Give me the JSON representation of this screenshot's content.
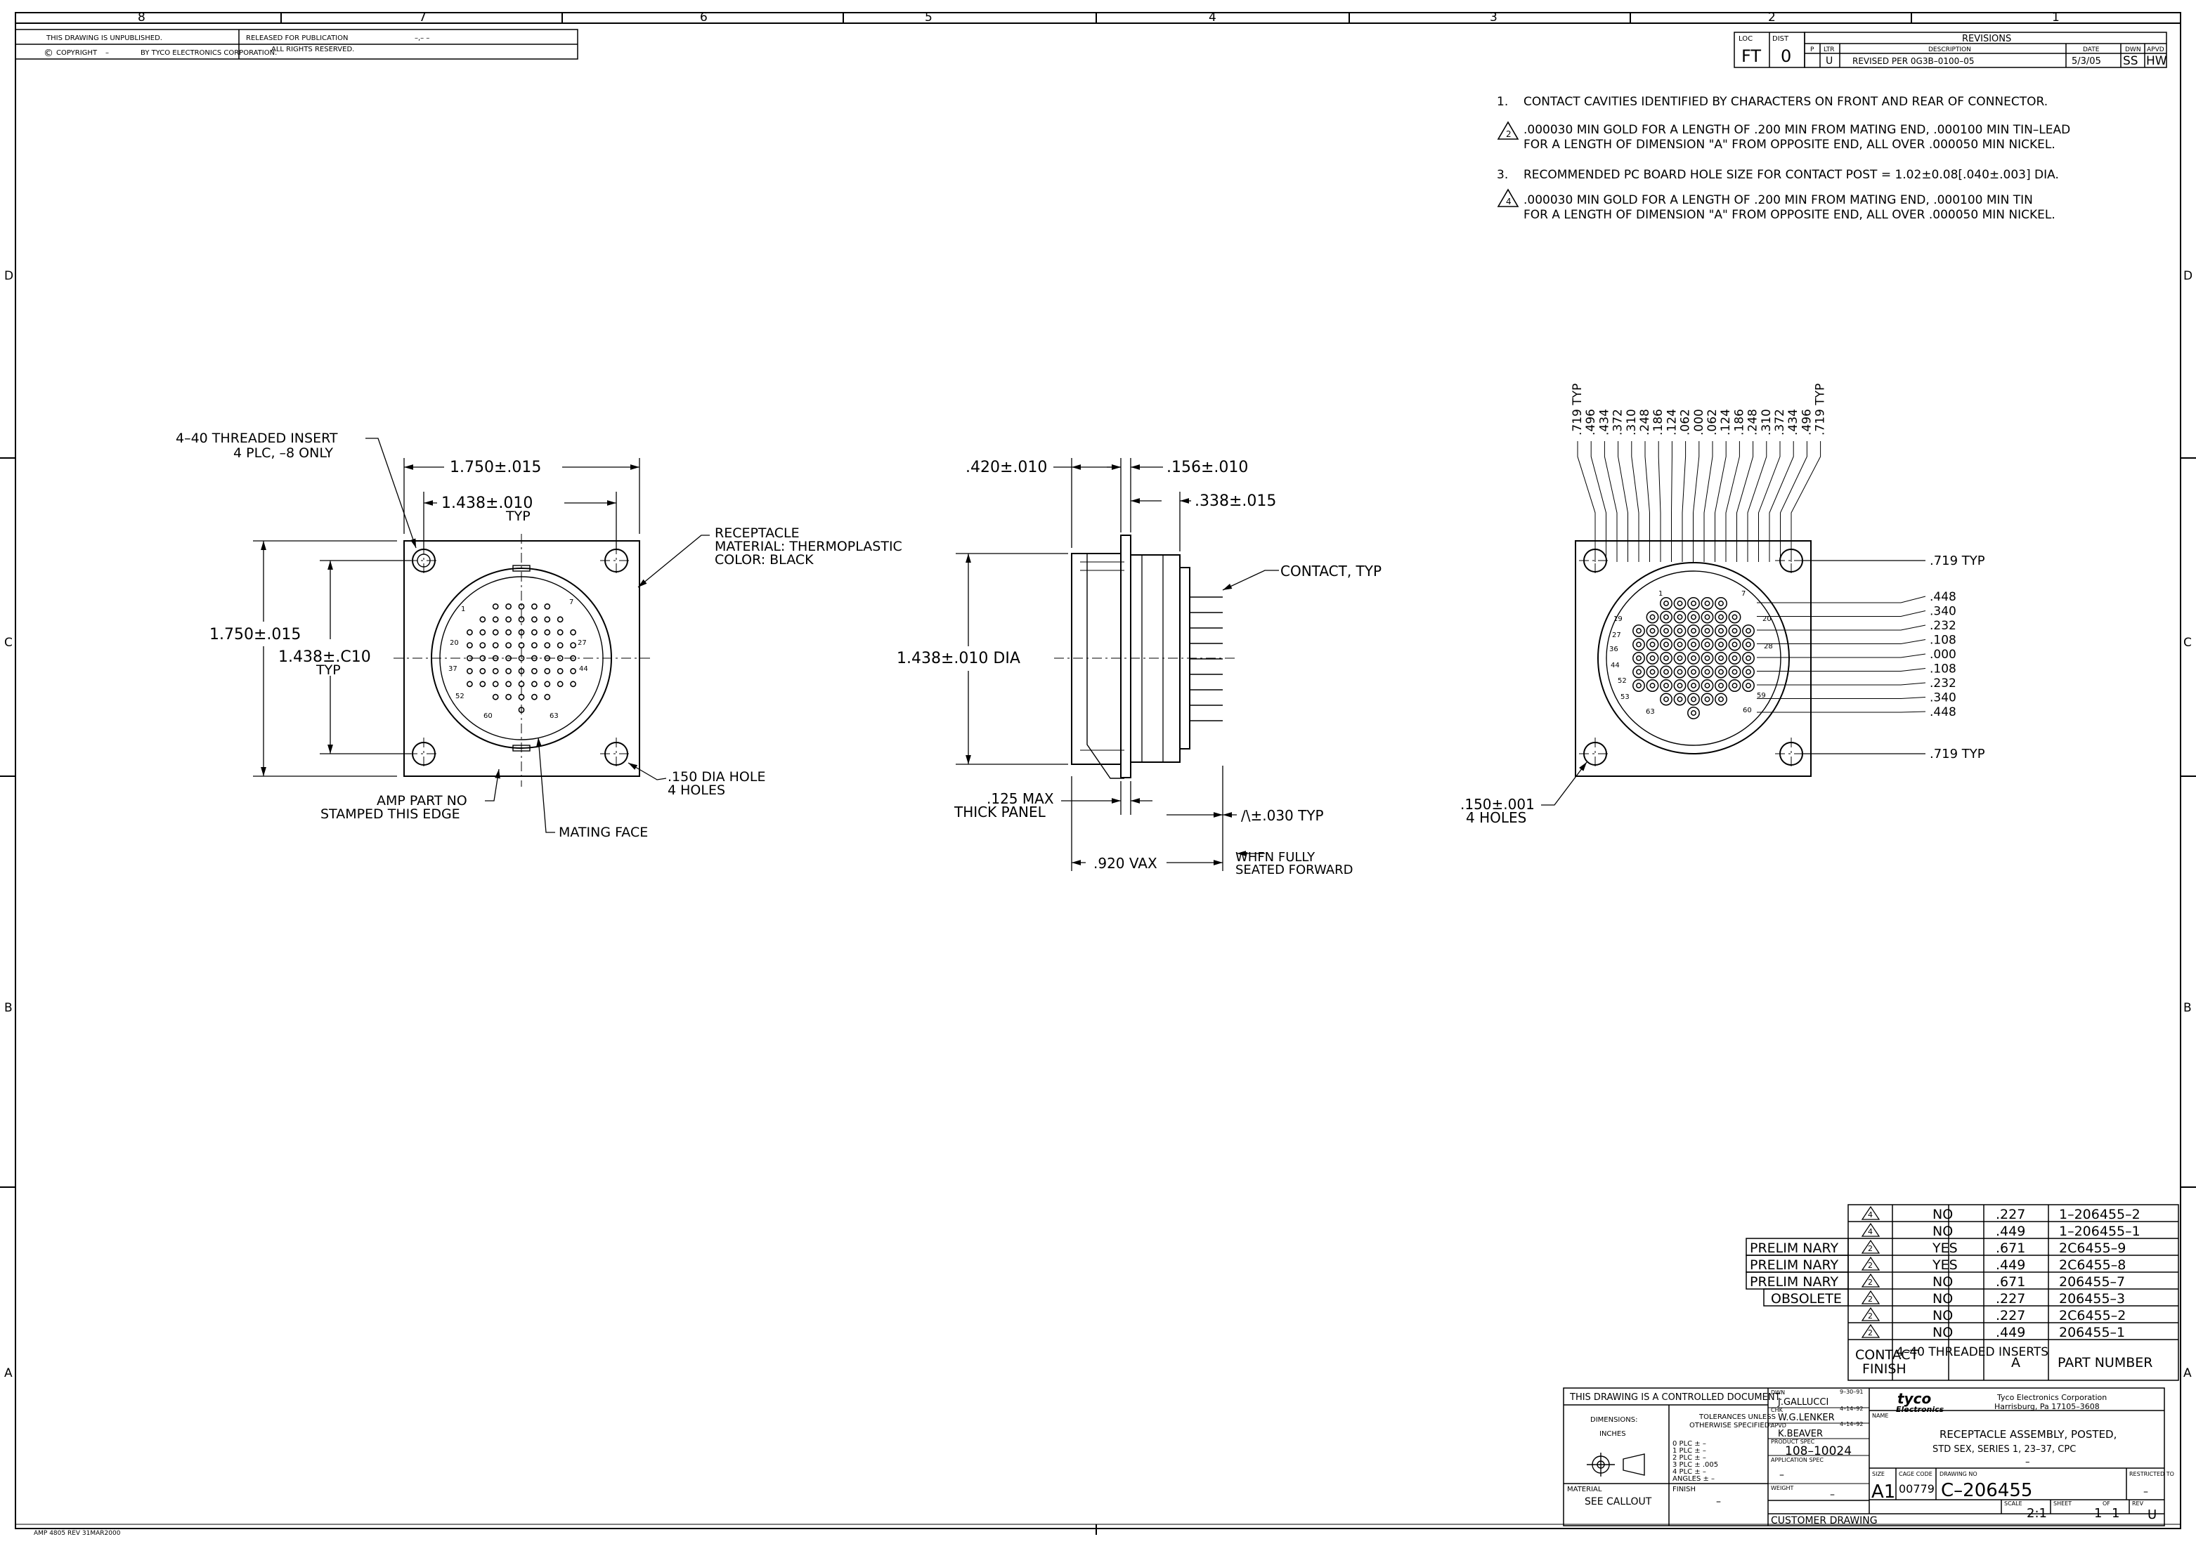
{
  "frame": {
    "zones_top": [
      "8",
      "7",
      "6",
      "5",
      "4",
      "3",
      "2",
      "1"
    ],
    "zones_side": [
      "D",
      "C",
      "B",
      "A"
    ]
  },
  "header": {
    "unpublished": "THIS DRAWING IS UNPUBLISHED.",
    "copyright_mark": "©",
    "copyright": "COPYRIGHT",
    "copyright_dash": "–",
    "copyright_by": "BY TYCO ELECTRONICS CORPORATION.",
    "released": "RELEASED FOR PUBLICATION",
    "released_value": "–,– –",
    "rights": "ALL RIGHTS RESERVED."
  },
  "revisions": {
    "loc_label": "LOC",
    "loc": "FT",
    "dist_label": "DIST",
    "dist": "0",
    "title": "REVISIONS",
    "col_p": "P",
    "col_ltr": "LTR",
    "col_desc": "DESCRIPTION",
    "col_date": "DATE",
    "col_dwn": "DWN",
    "col_apvd": "APVD",
    "row": {
      "ltr": "U",
      "desc": "REVISED PER 0G3B–0100–05",
      "date": "5/3/05",
      "dwn": "SS",
      "apvd": "HW"
    }
  },
  "notes": [
    {
      "num": "1.",
      "flag": false,
      "lines": [
        "CONTACT CAVITIES IDENTIFIED BY CHARACTERS ON FRONT AND REAR OF CONNECTOR."
      ]
    },
    {
      "num": "2",
      "flag": true,
      "lines": [
        ".000030 MIN GOLD FOR A LENGTH OF .200 MIN FROM MATING END, .000100 MIN TIN–LEAD",
        "FOR A LENGTH OF DIMENSION \"A\" FROM OPPOSITE END, ALL OVER .000050 MIN NICKEL."
      ]
    },
    {
      "num": "3.",
      "flag": false,
      "lines": [
        "RECOMMENDED PC BOARD HOLE SIZE FOR CONTACT POST = 1.02±0.08[.040±.003] DIA."
      ]
    },
    {
      "num": "4",
      "flag": true,
      "lines": [
        ".000030 MIN GOLD FOR A LENGTH OF .200 MIN FROM MATING END, .000100 MIN TIN",
        "FOR A LENGTH OF DIMENSION \"A\" FROM OPPOSITE END, ALL OVER .000050 MIN NICKEL."
      ]
    }
  ],
  "front_view": {
    "insert_callout_1": "4–40 THREADED INSERT",
    "insert_callout_2": "4 PLC, –8 ONLY",
    "dim_outer_w": "1.750±.015",
    "dim_inner_w": "1.438±.010",
    "dim_inner_w_typ": "TYP",
    "dim_outer_h": "1.750±.015",
    "dim_inner_h": "1.438±.C10",
    "dim_inner_h_typ": "TYP",
    "receptacle_1": "RECEPTACLE",
    "receptacle_2": "MATERIAL: THERMOPLASTIC",
    "receptacle_3": "COLOR: BLACK",
    "hole_1": ".150 DIA HOLE",
    "hole_2": "4 HOLES",
    "amp_1": "AMP PART NO",
    "amp_2": "STAMPED THIS EDGE",
    "mating_face": "MATING FACE",
    "cavity_labels": [
      "1",
      "7",
      "20",
      "27",
      "37",
      "44",
      "52",
      "60",
      "63"
    ]
  },
  "side_view": {
    "dim_top_left": ".420±.010",
    "dim_top_right": ".156±.010",
    "dim_top_right2": ".338±.015",
    "contact": "CONTACT, TYP",
    "dia": "1.438±.010 DIA",
    "panel_1": ".125 MAX",
    "panel_2": "THICK PANEL",
    "dim_a": "∕\\±.030 TYP",
    "max_len": ".920 VAX",
    "seated_1": "WHFN FULLY",
    "seated_2": "SEATED FORWARD"
  },
  "rear_view": {
    "top_dims": [
      ".719 TYP",
      ".496",
      ".434",
      ".372",
      ".310",
      ".248",
      ".186",
      ".124",
      ".062",
      ".000",
      ".062",
      ".124",
      ".186",
      ".248",
      ".310",
      ".372",
      ".434",
      ".496",
      ".719 TYP"
    ],
    "right_dims": [
      ".448",
      ".340",
      ".232",
      ".108",
      ".000",
      ".108",
      ".232",
      ".340",
      ".448"
    ],
    "typ_top": ".719 TYP",
    "typ_bottom": ".719 TYP",
    "hole_1": ".150±.001",
    "hole_2": "4 HOLES",
    "cavity_labels": [
      "1",
      "7",
      "19",
      "20",
      "27",
      "28",
      "36",
      "44",
      "52",
      "53",
      "59",
      "60",
      "63"
    ]
  },
  "part_table": {
    "headers": [
      "CONTACT FINISH",
      "4–40 THREADED INSERTS",
      "A",
      "PART NUMBER"
    ],
    "rows": [
      {
        "status": "",
        "note": "4",
        "insert": "NO",
        "a": ".227",
        "part": "1–206455–2"
      },
      {
        "status": "",
        "note": "4",
        "insert": "NO",
        "a": ".449",
        "part": "1–206455–1"
      },
      {
        "status": "PRELIM NARY",
        "note": "2",
        "insert": "YES",
        "a": ".671",
        "part": "2C6455–9"
      },
      {
        "status": "PRELIM NARY",
        "note": "2",
        "insert": "YES",
        "a": ".449",
        "part": "2C6455–8"
      },
      {
        "status": "PRELIM NARY",
        "note": "2",
        "insert": "NO",
        "a": ".671",
        "part": "206455–7"
      },
      {
        "status": "OBSOLETE",
        "note": "2",
        "insert": "NO",
        "a": ".227",
        "part": "206455–3"
      },
      {
        "status": "",
        "note": "2",
        "insert": "NO",
        "a": ".227",
        "part": "2C6455–2"
      },
      {
        "status": "",
        "note": "2",
        "insert": "NO",
        "a": ".449",
        "part": "206455–1"
      }
    ]
  },
  "title_block": {
    "controlled": "THIS DRAWING IS A CONTROLLED DOCUMENT.",
    "dimensions": "DIMENSIONS:",
    "inches": "INCHES",
    "tolerances_1": "TOLERANCES UNLESS",
    "tolerances_2": "OTHERWISE SPECIFIED:",
    "tol_rows": [
      "0 PLC   ± –",
      "1 PLC   ± –",
      "2 PLC   ± –",
      "3 PLC   ± .005",
      "4 PLC   ± –",
      "ANGLES   ± –"
    ],
    "material_label": "MATERIAL",
    "material": "SEE CALLOUT",
    "finish_label": "FINISH",
    "finish": "–",
    "dwn_label": "DWN",
    "dwn": "J.GALLUCCI",
    "dwn_date": "9–30–91",
    "chk_label": "CHK",
    "chk": "W.G.LENKER",
    "chk_date": "4–14–92",
    "apvd_label": "APVD",
    "apvd": "K.BEAVER",
    "apvd_date": "4–14–92",
    "product_spec_label": "PRODUCT SPEC",
    "product_spec": "108–10024",
    "application_spec_label": "APPLICATION SPEC",
    "application_spec": "–",
    "weight_label": "WEIGHT",
    "weight": "–",
    "customer": "CUSTOMER DRAWING",
    "logo_1": "tyco",
    "logo_2": "Electronics",
    "company_1": "Tyco Electronics Corporation",
    "company_2": "Harrisburg, Pa 17105–3608",
    "name_label": "NAME",
    "name_1": "RECEPTACLE ASSEMBLY, POSTED,",
    "name_2": "STD SEX, SERIES 1, 23–37, CPC",
    "name_3": "–",
    "size_label": "SIZE",
    "size": "A1",
    "cage_label": "CAGE CODE",
    "cage": "00779",
    "dwg_label": "DRAWING NO",
    "dwg": "C–206455",
    "restricted_label": "RESTRICTED TO",
    "restricted": "–",
    "scale_label": "SCALE",
    "scale": "2:1",
    "sheet_label": "SHEET",
    "sheet": "1",
    "of_label": "OF",
    "of": "1",
    "rev_label": "REV",
    "rev": "U"
  },
  "footer": "AMP 4805 REV 31MAR2000"
}
